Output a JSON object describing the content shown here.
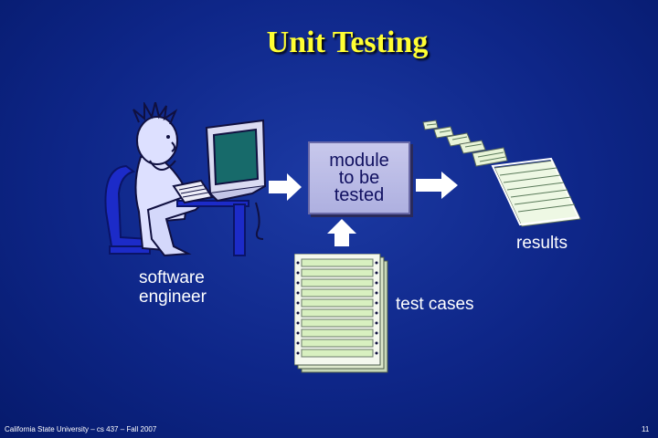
{
  "slide": {
    "title": "Unit Testing",
    "module_label": "module\nto be\ntested",
    "engineer_label": "software\nengineer",
    "results_label": "results",
    "test_cases_label": "test cases"
  },
  "footer": {
    "left_text": "California State University – cs 437 – Fall 2007",
    "page_number": "11"
  },
  "icons": {
    "person": "person-at-computer-icon",
    "arrow": "arrow-icon",
    "document_stack": "document-stack-icon"
  },
  "colors": {
    "background": "#0e2688",
    "title": "#ffff33",
    "module_box": "#b8b8e6",
    "arrow": "#ffffff",
    "sheet_row": "#d8f0c0"
  }
}
